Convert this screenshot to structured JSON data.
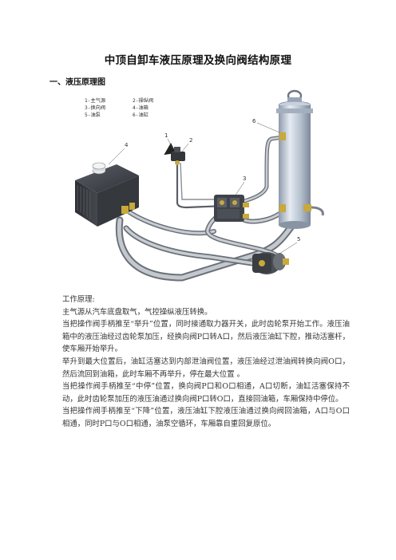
{
  "document": {
    "title": "中顶自卸车液压原理及换向阀结构原理",
    "section_heading": "一、液压原理图"
  },
  "figure": {
    "legend": [
      "1-主气源",
      "2-操纵阀",
      "3-换向阀",
      "4-油箱",
      "5-油泵",
      "6-油缸"
    ],
    "callouts": [
      "1",
      "2",
      "3",
      "4",
      "5",
      "6"
    ]
  },
  "body": {
    "paragraphs": [
      "工作原理:",
      "主气源从汽车底盘取气，气控操纵液压转换。",
      "当把操作阀手柄推至“举升”位置，同时接通取力器开关，此时齿轮泵开始工作。液压油箱中的液压油经过齿轮泵加压，经换向阀P口转A口，然后液压油缸下腔，推动活塞杆，使车厢开始举升。",
      "举升到最大位置后，油缸活塞达到内部泄油阀位置，液压油经过泄油阀转换向阀O口，然后流回到油箱，此时车厢不再举升，停在最大位置 。",
      "当把操作阀手柄推至“中停”位置，换向阀P口和O口相通，A口切断，油缸活塞保持不动，此时齿轮泵加压的液压油通过换向阀P口转O口，直接回油箱，车厢保持中停位。",
      "当把操作阀手柄推至“下降”位置，液压油缸下腔液压油通过换向阀回油箱，A口与O口相通，同时P口与O口相通，油泵空循环，车厢靠自重回复原位。"
    ]
  },
  "colors": {
    "pipe": "#9ea3a9",
    "tank": "#3a3d42",
    "cylinder": "#b9c4d2",
    "valve": "#4a4e55",
    "fitting": "#c8a93a"
  }
}
